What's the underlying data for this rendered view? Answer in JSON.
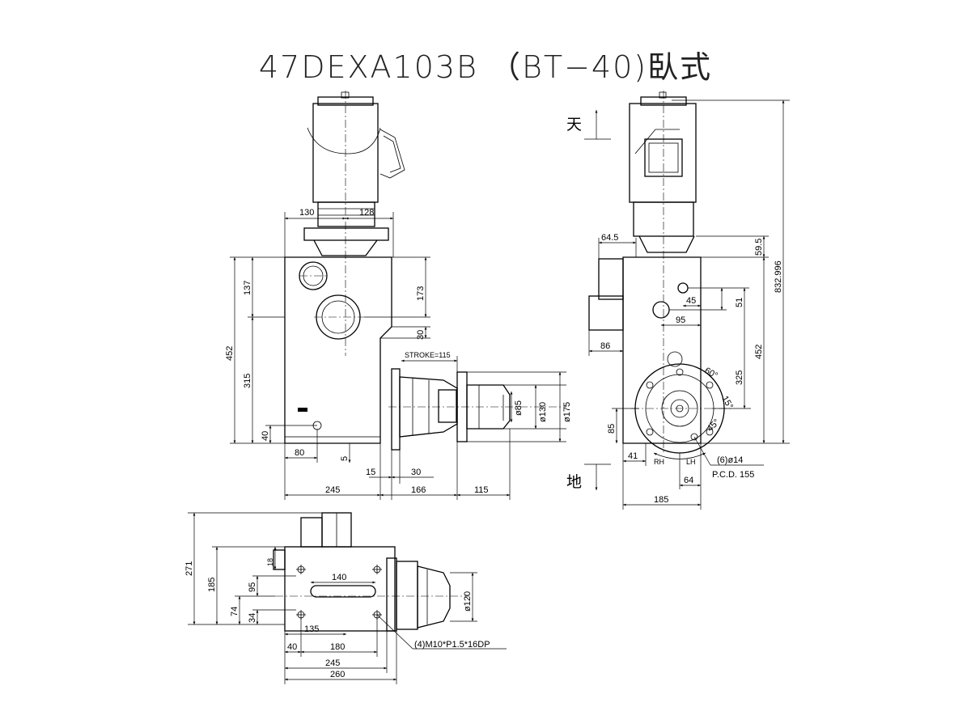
{
  "title": "47DEXA103B （BT−40)臥式",
  "front_view": {
    "dims": {
      "d130": "130",
      "d128": "128",
      "d137": "137",
      "d452": "452",
      "d315": "315",
      "d173": "173",
      "d30v": "30",
      "d40": "40",
      "d80": "80",
      "d5": "5",
      "d15": "15",
      "d30h": "30",
      "d245": "245",
      "d166": "166",
      "d115": "115",
      "stroke": "STROKE=115",
      "phi85": "ø85",
      "phi130": "ø130",
      "phi175": "ø175"
    }
  },
  "side_view": {
    "up_label": "天",
    "down_label": "地",
    "dims": {
      "d64_5": "64.5",
      "d59_5": "59.5",
      "d832": "832.996",
      "d45": "45",
      "d51": "51",
      "d95": "95",
      "d86": "86",
      "d452": "452",
      "d325": "325",
      "d85": "85",
      "d41": "41",
      "d64": "64",
      "d185": "185",
      "a60": "60°",
      "a15": "15°",
      "a45": "45°"
    },
    "rh": "RH",
    "lh": "LH",
    "holes_note": "(6)ø14",
    "pcd_note": "P.C.D. 155"
  },
  "top_view": {
    "dims": {
      "d271": "271",
      "d185": "185",
      "d74": "74",
      "d34": "34",
      "d95": "95",
      "d18": "18",
      "d140": "140",
      "d135": "135",
      "d40": "40",
      "d180": "180",
      "d245": "245",
      "d260": "260",
      "phi120": "ø120"
    },
    "thread_note": "(4)M10*P1.5*16DP"
  }
}
